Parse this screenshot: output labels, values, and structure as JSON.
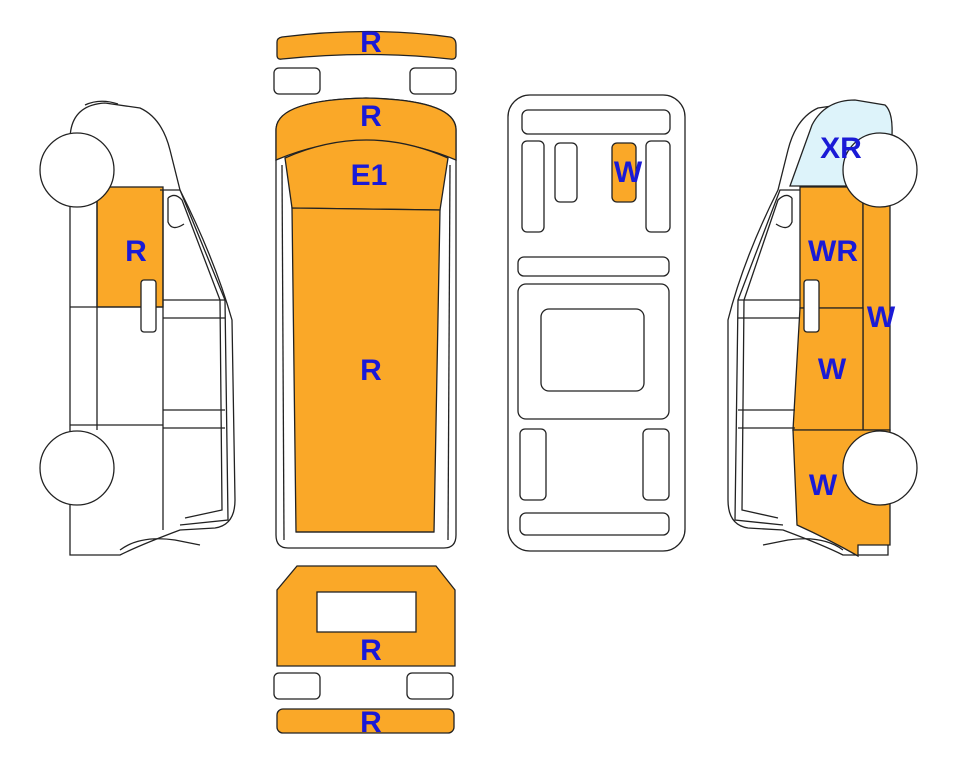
{
  "colors": {
    "damage_fill": "#FAA828",
    "light_fill": "#DDF3FA",
    "label_color": "#1A1AD6",
    "outline": "#222222",
    "background": "#FFFFFF"
  },
  "labels": {
    "front_bumper": "R",
    "hood": "R",
    "windshield": "E1",
    "roof": "R",
    "rear_panel": "R",
    "rear_bumper": "R",
    "left_front_door": "R",
    "underside": "W",
    "right_front_corner": "XR",
    "right_front_door": "WR",
    "right_pillar": "W",
    "right_middle_panel": "W",
    "right_rear_panel": "W"
  }
}
